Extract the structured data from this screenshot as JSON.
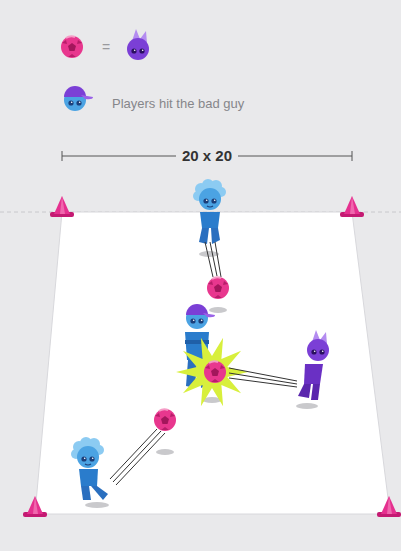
{
  "diagram": {
    "labels": [
      "20 x 20"
    ],
    "legend": [
      {
        "text": "="
      },
      {
        "text": "Players hit the bad guy"
      }
    ]
  }
}
